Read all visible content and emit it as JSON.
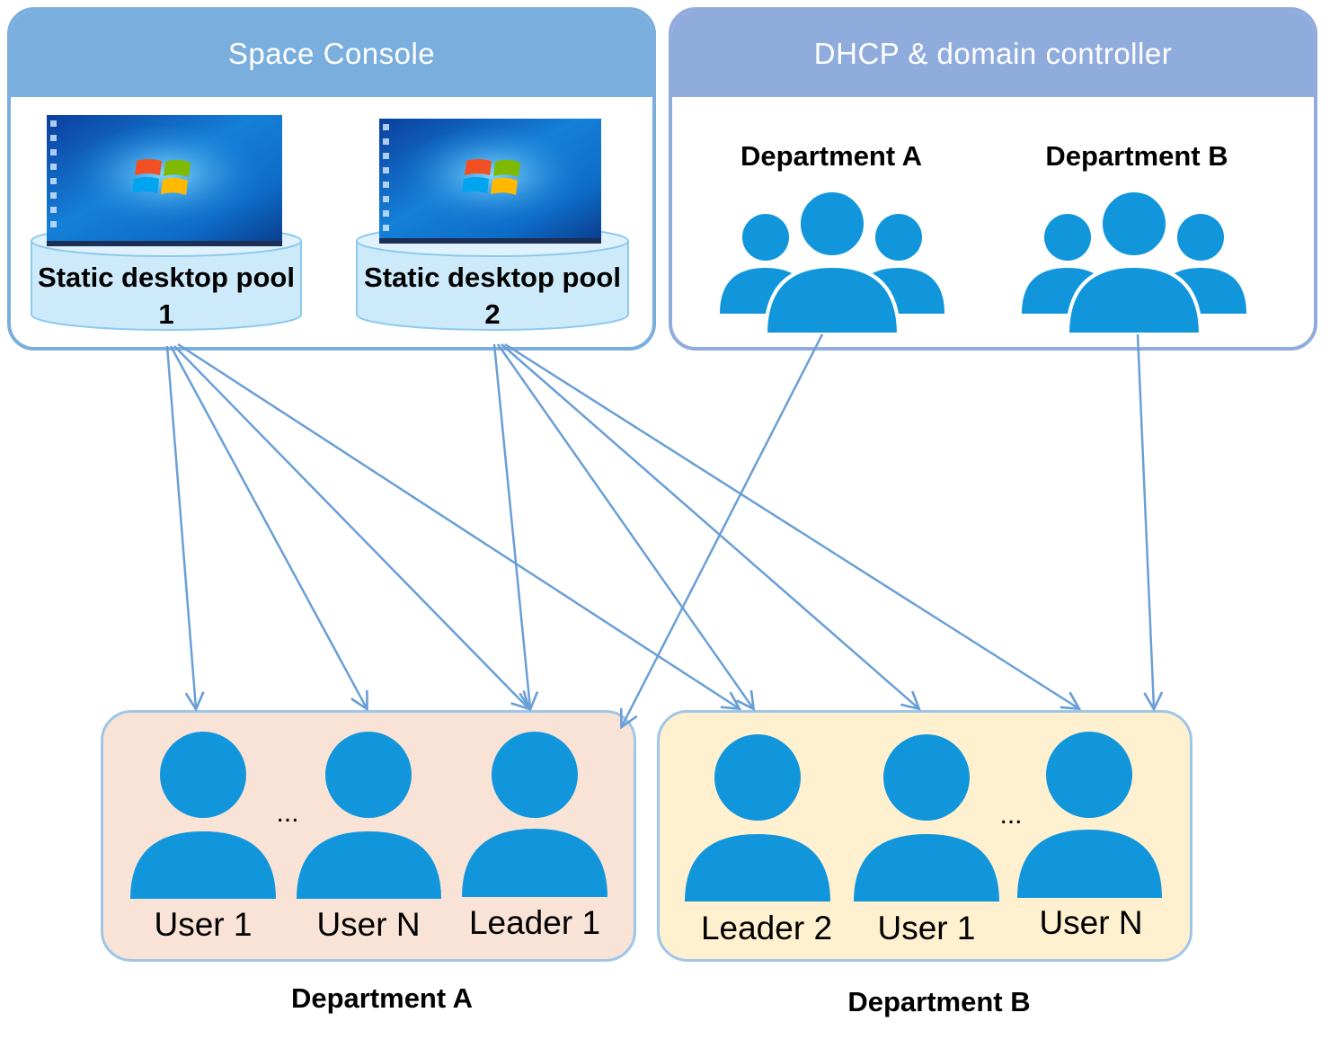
{
  "panels": {
    "space_console": {
      "title": "Space Console"
    },
    "dhcp": {
      "title": "DHCP & domain controller"
    }
  },
  "pools": [
    {
      "label": "Static desktop pool 1"
    },
    {
      "label": "Static desktop pool 2"
    }
  ],
  "dhcp_departments": [
    "Department A",
    "Department B"
  ],
  "groups": {
    "a": {
      "caption": "Department A",
      "users": [
        "User 1",
        "User N",
        "Leader 1"
      ],
      "ellipsis": "..."
    },
    "b": {
      "caption": "Department B",
      "users": [
        "Leader 2",
        "User 1",
        "User N"
      ],
      "ellipsis": "..."
    }
  },
  "colors": {
    "console_header": "#7aaedd",
    "dhcp_header": "#8facdc",
    "person_icon": "#1296db",
    "arrow": "#6a9fd6",
    "dept_a_bg": "#f8e3d6",
    "dept_b_bg": "#fff1cf",
    "pool_fill": "#cdeafb"
  }
}
